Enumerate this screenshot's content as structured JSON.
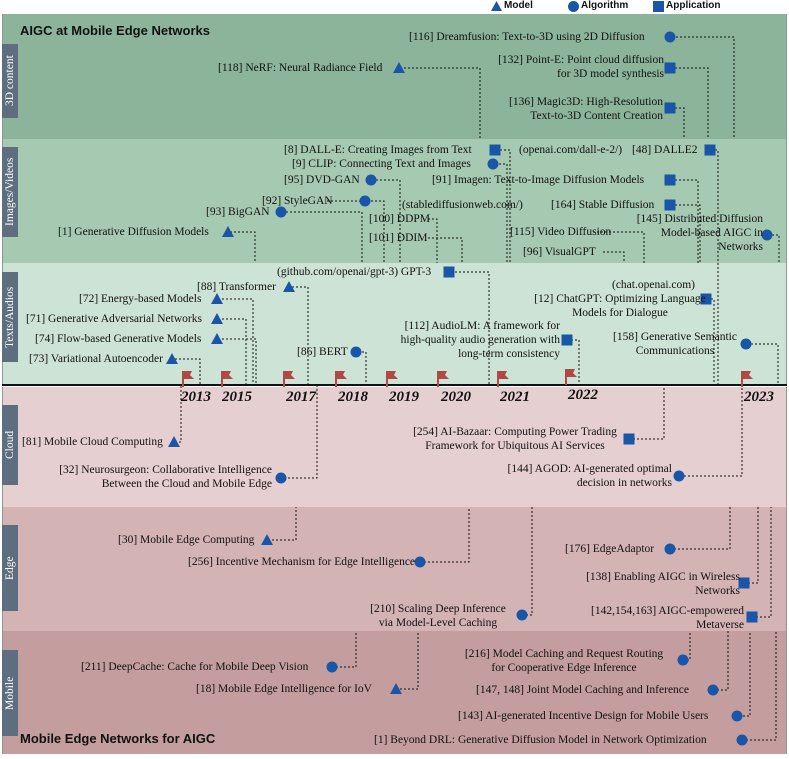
{
  "legend": {
    "model": "Model",
    "algorithm": "Algorithm",
    "application": "Application"
  },
  "sections": {
    "top_title": "AIGC at Mobile Edge Networks",
    "bottom_title": "Mobile Edge Networks for AIGC"
  },
  "rows": {
    "content_3d": "3D content",
    "images_videos": "Images/Videos",
    "texts_audios": "Texts/Audios",
    "cloud": "Cloud",
    "edge": "Edge",
    "mobile": "Mobile"
  },
  "years": [
    "2013",
    "2015",
    "2017",
    "2018",
    "2019",
    "2020",
    "2021",
    "2022",
    "2023"
  ],
  "items": {
    "dreamfusion": "[116] Dreamfusion: Text-to-3D using 2D Diffusion",
    "nerf": "[118] NeRF: Neural Radiance Field",
    "pointe_1": "[132] Point-E: Point cloud diffusion",
    "pointe_2": "for 3D model synthesis",
    "magic3d_1": "[136] Magic3D: High-Resolution",
    "magic3d_2": "Text-to-3D Content Creation",
    "dalle": "[8] DALL-E: Creating Images from Text",
    "dalle2_url": "(openai.com/dall-e-2/)",
    "dalle2": "[48] DALLE2",
    "clip": "[9] CLIP: Connecting Text and Images",
    "dvdgan": "[95] DVD-GAN",
    "imagen": "[91] Imagen: Text-to-Image Diffusion Models",
    "stylegan": "[92] StyleGAN",
    "sd_url": "(stablediffusionweb.com/)",
    "sd": "[164] Stable Diffusion",
    "biggan": "[93] BigGAN",
    "ddpm": "[100] DDPM",
    "distdiff_1": "[145] Distributed Diffusion",
    "distdiff_2": "Model-based AIGC in",
    "distdiff_3": "Networks",
    "gdm": "[1] Generative Diffusion Models",
    "ddim": "[101] DDIM",
    "videodiff": "[115] Video Diffusion",
    "visualgpt": "[96] VisualGPT",
    "gpt3": "(github.com/openai/gpt-3) GPT-3",
    "transformer": "[88] Transformer",
    "chat_url": "(chat.openai.com)",
    "energy": "[72] Energy-based Models",
    "chatgpt_1": "[12] ChatGPT: Optimizing Language",
    "chatgpt_2": "Models for Dialogue",
    "gan": "[71] Generative Adversarial Networks",
    "audiolm_1": "[112] AudioLM: A framework for",
    "audiolm_2": "high-quality audio generation with",
    "audiolm_3": "long-term consistency",
    "flow": "[74] Flow-based Generative Models",
    "gsc_1": "[158] Generative Semantic",
    "gsc_2": "Communications",
    "bert": "[86] BERT",
    "vae": "[73] Variational Autoencoder",
    "mcc": "[81] Mobile Cloud Computing",
    "aibazaar_1": "[254] AI-Bazaar: Computing Power Trading",
    "aibazaar_2": "Framework for Ubiquitous AI Services",
    "neuro_1": "[32] Neurosurgeon: Collaborative Intelligence",
    "neuro_2": "Between the Cloud and Mobile Edge",
    "agod_1": "[144] AGOD: AI-generated optimal",
    "agod_2": "decision in networks",
    "mec": "[30] Mobile Edge Computing",
    "edgeadaptor": "[176]  EdgeAdaptor",
    "incentive": "[256] Incentive Mechanism for Edge Intelligence",
    "enabling_1": "[138] Enabling AIGC in Wireless",
    "enabling_2": "Networks",
    "scaling_1": "[210] Scaling Deep Inference",
    "scaling_2": "via Model-Level Caching",
    "metaverse_1": "[142,154,163] AIGC-empowered",
    "metaverse_2": "Metaverse",
    "caching_1": "[216] Model Caching and Request Routing",
    "caching_2": "for Cooperative Edge Inference",
    "deepcache": "[211] DeepCache: Cache for Mobile Deep Vision",
    "joint": "[147, 148] Joint Model Caching and Inference",
    "iov": "[18] Mobile Edge Intelligence for IoV",
    "incdesign": "[143] AI-generated Incentive Design for Mobile Users",
    "drl": "[1] Beyond DRL: Generative Diffusion  Model in Network Optimization"
  },
  "colors": {
    "band_3d": "#8cb49b",
    "band_images": "#a6c9b2",
    "band_texts": "#cde3d5",
    "band_cloud": "#e6cfd1",
    "band_edge": "#d4b3b5",
    "band_mobile": "#c49e9f",
    "side_label": "#5e6e7e",
    "marker": "#1a56a8",
    "flag": "#b04848"
  }
}
